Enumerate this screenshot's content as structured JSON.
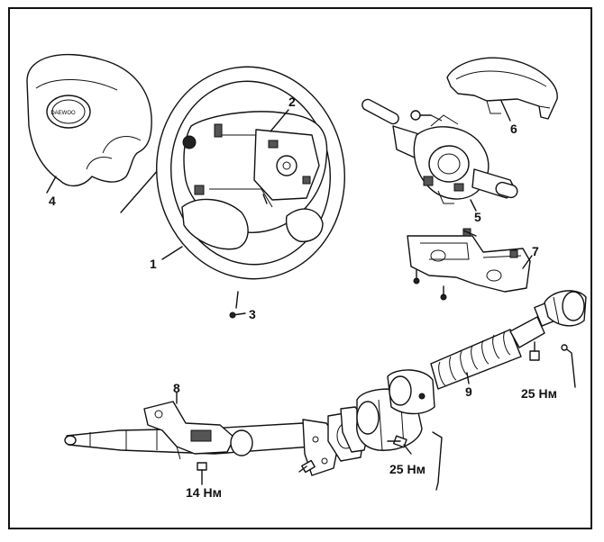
{
  "labels": {
    "l1": "1",
    "l2": "2",
    "l3": "3",
    "l4": "4",
    "l5": "5",
    "l6": "6",
    "l7": "7",
    "l8": "8",
    "l9": "9",
    "t1": "25 Нм",
    "t2": "25 Нм",
    "t3": "14 Нм"
  },
  "airbag_logo": "DAEWOO"
}
